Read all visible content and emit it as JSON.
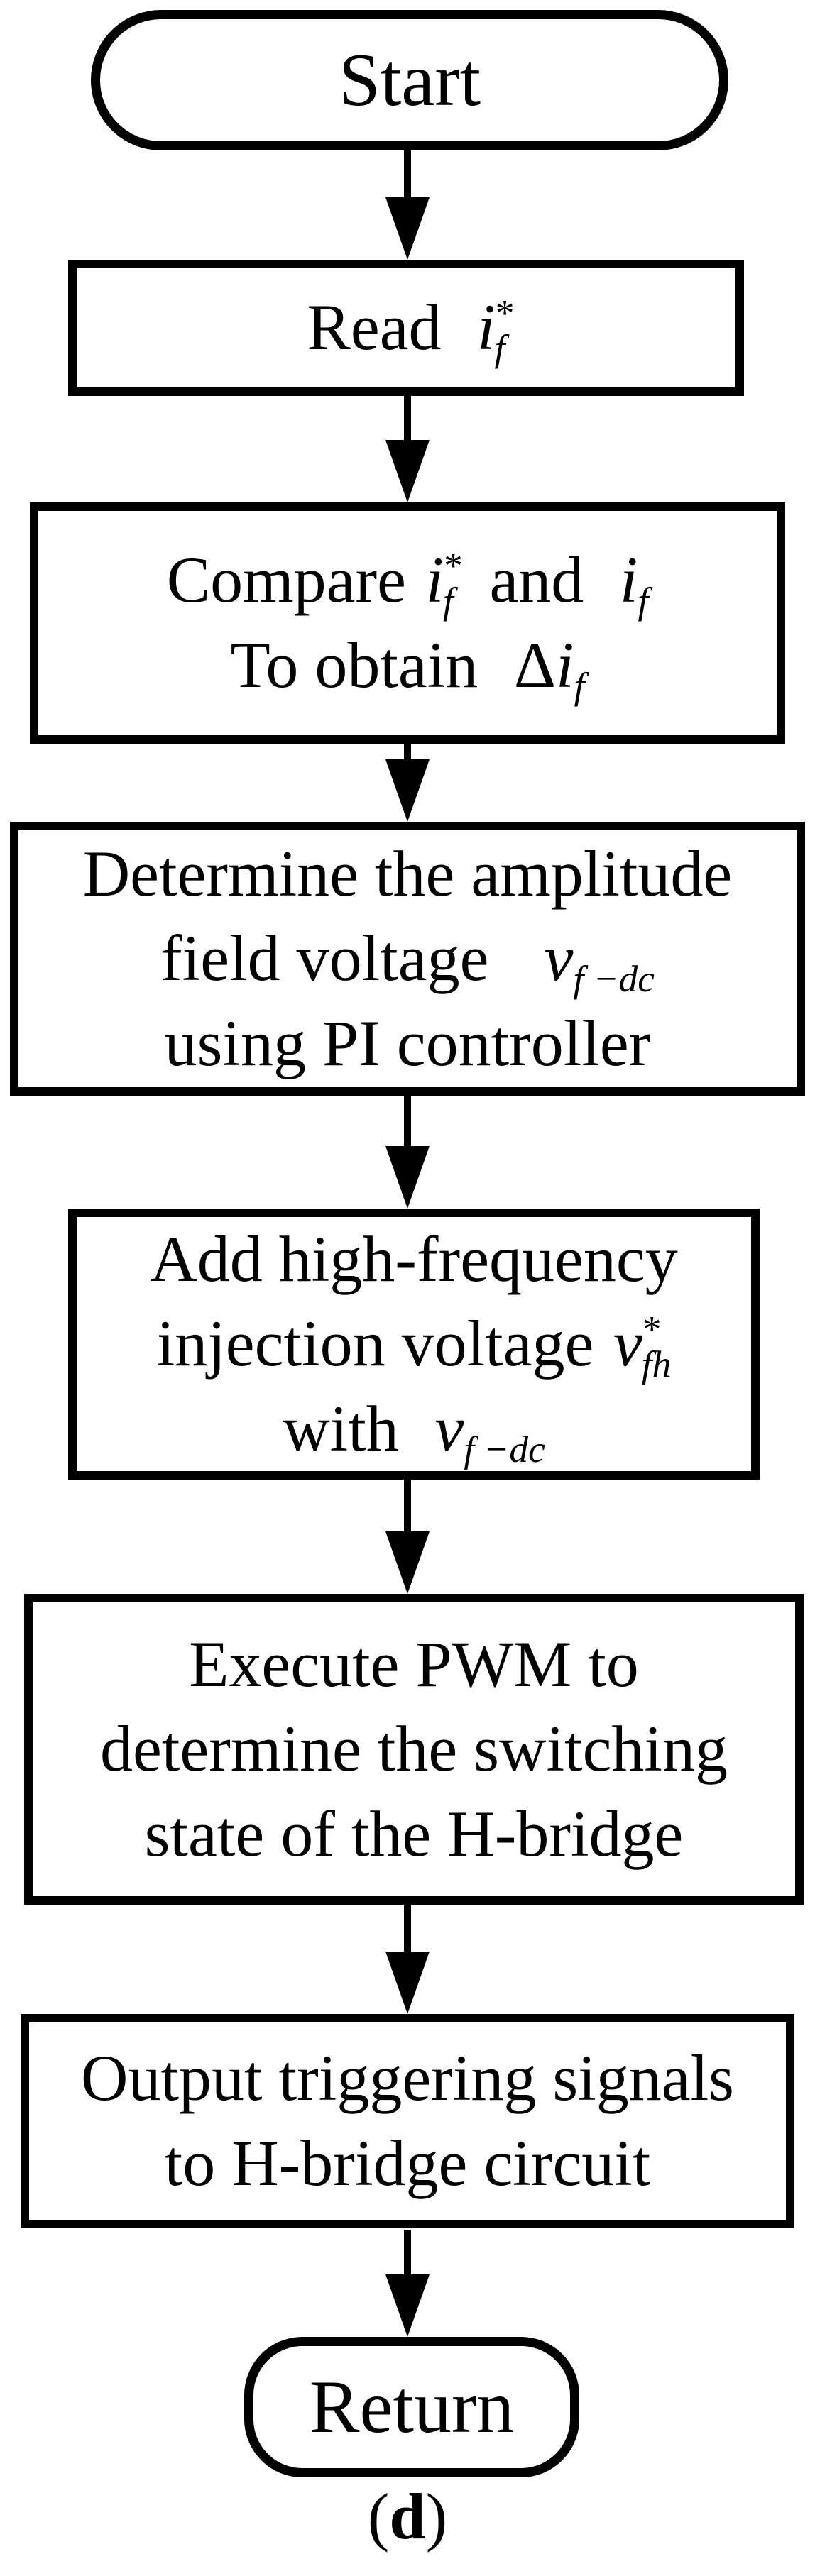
{
  "colors": {
    "ink": "#000000",
    "paper": "#ffffff"
  },
  "caption": {
    "open": "(",
    "letter": "d",
    "close": ")"
  },
  "nodes": {
    "start": {
      "label": "Start"
    },
    "read": {
      "text": "Read",
      "var": "i",
      "sup": "*",
      "sub": "f"
    },
    "compare": {
      "l1_word": "Compare",
      "l1_var1": "i",
      "l1_var1_sup": "*",
      "l1_var1_sub": "f",
      "l1_and": "and",
      "l1_var2": "i",
      "l1_var2_sub": "f",
      "l2_words": "To obtain",
      "l2_delta": "Δ",
      "l2_var": "i",
      "l2_sub": "f"
    },
    "determine": {
      "l1": "Determine the amplitude",
      "l2_words": "field voltage",
      "l2_var": "v",
      "l2_sub": "f −dc",
      "l3": "using PI controller"
    },
    "add": {
      "l1": "Add high-frequency",
      "l2_words": "injection voltage",
      "l2_var": "v",
      "l2_sup": "*",
      "l2_sub": "fh",
      "l3_word": "with",
      "l3_var": "v",
      "l3_sub": "f −dc"
    },
    "execute": {
      "l1": "Execute PWM to",
      "l2": "determine the switching",
      "l3": "state of the H-bridge"
    },
    "output": {
      "l1": "Output triggering signals",
      "l2": "to H-bridge circuit"
    },
    "return": {
      "label": "Return"
    }
  }
}
